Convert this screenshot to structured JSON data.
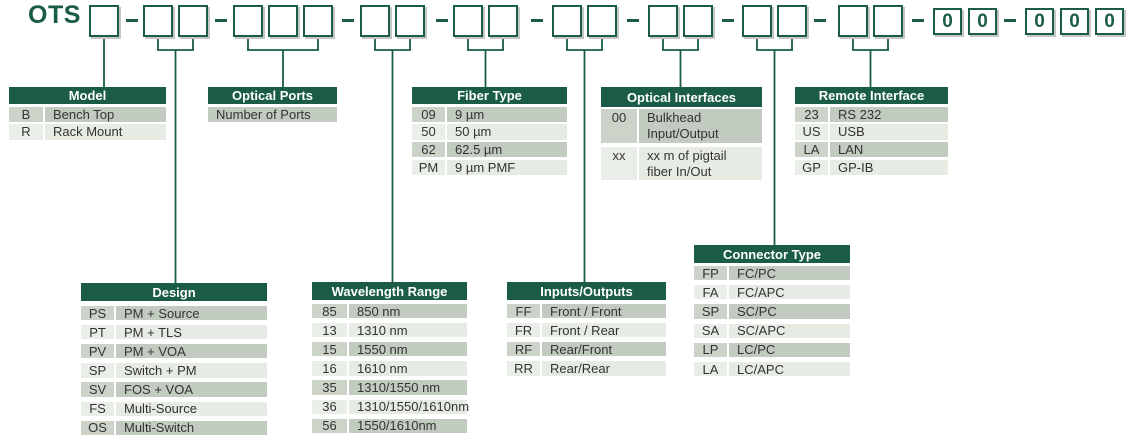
{
  "product_code": {
    "prefix": "OTS",
    "groups": [
      {
        "id": "model",
        "boxes": [
          ""
        ]
      },
      {
        "id": "design",
        "boxes": [
          "",
          ""
        ]
      },
      {
        "id": "optical_ports",
        "boxes": [
          "",
          "",
          ""
        ]
      },
      {
        "id": "wavelength_range",
        "boxes": [
          "",
          ""
        ]
      },
      {
        "id": "fiber_type",
        "boxes": [
          "",
          ""
        ]
      },
      {
        "id": "inputs_outputs",
        "boxes": [
          "",
          ""
        ]
      },
      {
        "id": "optical_interfaces",
        "boxes": [
          "",
          ""
        ]
      },
      {
        "id": "connector_type",
        "boxes": [
          "",
          ""
        ]
      },
      {
        "id": "remote_interface",
        "boxes": [
          "",
          ""
        ]
      },
      {
        "id": "fixed_00",
        "boxes": [
          "0",
          "0"
        ]
      },
      {
        "id": "fixed_000",
        "boxes": [
          "0",
          "0",
          "0"
        ]
      }
    ]
  },
  "tables": {
    "model": {
      "title": "Model",
      "rows": [
        {
          "code": "B",
          "desc": "Bench Top"
        },
        {
          "code": "R",
          "desc": "Rack Mount"
        }
      ]
    },
    "optical_ports": {
      "title": "Optical Ports",
      "rows": [
        {
          "code": null,
          "desc": "Number of Ports"
        }
      ]
    },
    "fiber_type": {
      "title": "Fiber Type",
      "rows": [
        {
          "code": "09",
          "desc": "9 µm"
        },
        {
          "code": "50",
          "desc": "50 µm"
        },
        {
          "code": "62",
          "desc": "62.5 µm"
        },
        {
          "code": "PM",
          "desc": "9 µm PMF"
        }
      ]
    },
    "optical_interfaces": {
      "title": "Optical Interfaces",
      "rows": [
        {
          "code": "00",
          "desc": [
            "Bulkhead",
            "Input/Output"
          ]
        },
        {
          "code": "xx",
          "desc": [
            "xx m of pigtail",
            "fiber In/Out"
          ]
        }
      ]
    },
    "remote_interface": {
      "title": "Remote Interface",
      "rows": [
        {
          "code": "23",
          "desc": "RS 232"
        },
        {
          "code": "US",
          "desc": "USB"
        },
        {
          "code": "LA",
          "desc": "LAN"
        },
        {
          "code": "GP",
          "desc": "GP-IB"
        }
      ]
    },
    "design": {
      "title": "Design",
      "rows": [
        {
          "code": "PS",
          "desc": "PM + Source"
        },
        {
          "code": "PT",
          "desc": "PM + TLS"
        },
        {
          "code": "PV",
          "desc": "PM + VOA"
        },
        {
          "code": "SP",
          "desc": "Switch + PM"
        },
        {
          "code": "SV",
          "desc": "FOS + VOA"
        },
        {
          "code": "FS",
          "desc": "Multi-Source"
        },
        {
          "code": "OS",
          "desc": "Multi-Switch"
        }
      ]
    },
    "wavelength_range": {
      "title": "Wavelength Range",
      "rows": [
        {
          "code": "85",
          "desc": "850 nm"
        },
        {
          "code": "13",
          "desc": "1310 nm"
        },
        {
          "code": "15",
          "desc": "1550 nm"
        },
        {
          "code": "16",
          "desc": "1610 nm"
        },
        {
          "code": "35",
          "desc": "1310/1550 nm"
        },
        {
          "code": "36",
          "desc": "1310/1550/1610nm"
        },
        {
          "code": "56",
          "desc": "1550/1610nm"
        }
      ]
    },
    "inputs_outputs": {
      "title": "Inputs/Outputs",
      "rows": [
        {
          "code": "FF",
          "desc": "Front / Front"
        },
        {
          "code": "FR",
          "desc": "Front / Rear"
        },
        {
          "code": "RF",
          "desc": "Rear/Front"
        },
        {
          "code": "RR",
          "desc": "Rear/Rear"
        }
      ]
    },
    "connector_type": {
      "title": "Connector Type",
      "rows": [
        {
          "code": "FP",
          "desc": "FC/PC"
        },
        {
          "code": "FA",
          "desc": "FC/APC"
        },
        {
          "code": "SP",
          "desc": "SC/PC"
        },
        {
          "code": "SA",
          "desc": "SC/APC"
        },
        {
          "code": "LP",
          "desc": "LC/PC"
        },
        {
          "code": "LA",
          "desc": "LC/APC"
        }
      ]
    }
  },
  "colors": {
    "brand_green": "#1a5c48",
    "row_dark": "#c2cbc0",
    "row_light": "#e6ebe3",
    "header_text": "#ffffff",
    "body_text": "#333333"
  }
}
